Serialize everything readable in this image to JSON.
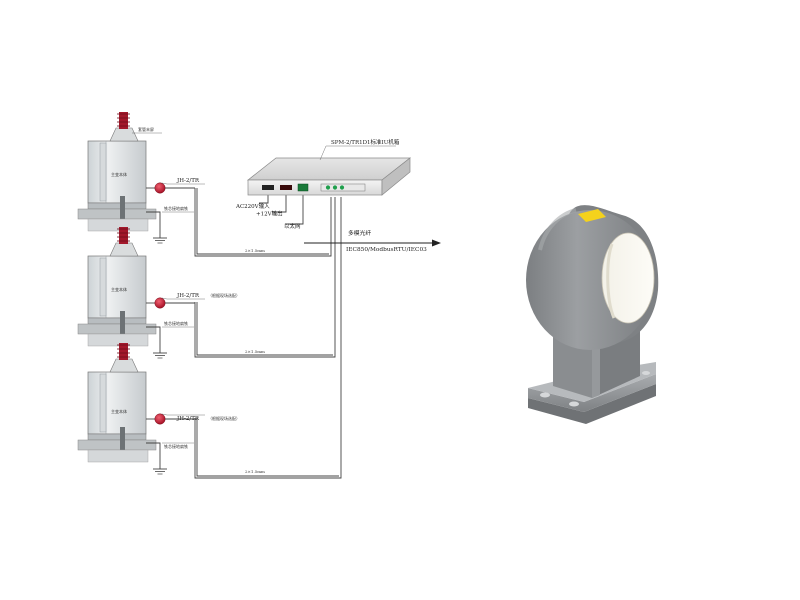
{
  "diagram": {
    "device": {
      "title": "SPM-2/TR1D1标准IU机箱",
      "power_label": "AC220V输入",
      "dc_label": "+12V输出",
      "ethernet_label": "以太网"
    },
    "network": {
      "fiber_label": "多模光纤",
      "protocol_label": "IEC850/ModbusRTU/IEC03"
    },
    "transformers": [
      {
        "body_label": "主变本体",
        "bushing_label": "套管末屏",
        "sensor_label": "JH-2/TR",
        "note": "",
        "ground_label": "铁芯接地扁铁",
        "cable_label": "2×1.5mm"
      },
      {
        "body_label": "主变本体",
        "bushing_label": "",
        "sensor_label": "JH-2/TR",
        "note": "（根据现场选配）",
        "ground_label": "铁芯接地扁铁",
        "cable_label": "2×1.5mm"
      },
      {
        "body_label": "主变本体",
        "bushing_label": "",
        "sensor_label": "JH-2/TR",
        "note": "（根据现场选配）",
        "ground_label": "铁芯接地扁铁",
        "cable_label": "2×1.5mm"
      }
    ]
  },
  "colors": {
    "sensor_red": "#c8102e",
    "insulator_red": "#a3182b",
    "device_body": "#f2f2f2",
    "product_gray": "#8d9093",
    "label_yellow": "#f4d21c"
  },
  "icons": {
    "network_arrow": "arrow-right-icon"
  }
}
